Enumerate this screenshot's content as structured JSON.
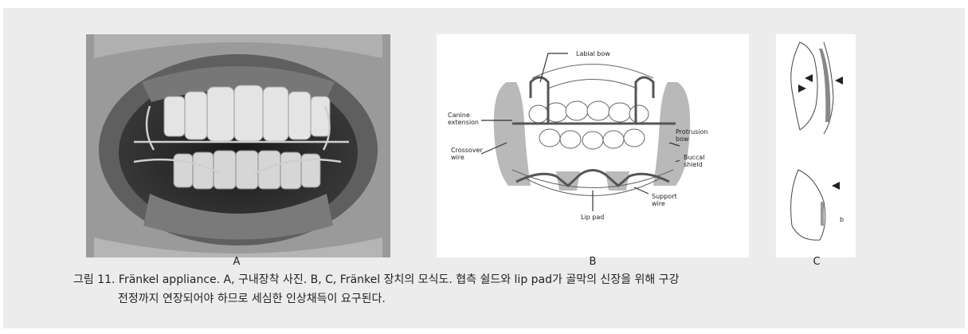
{
  "figures": [
    {
      "letter": "A"
    },
    {
      "letter": "B",
      "labels": {
        "labial_bow": "Labial bow",
        "canine_extension": "Canine\nextension",
        "protrusion_bow": "Protrusion\nbow",
        "crossover_wire": "Crossover\nwire",
        "buccal_shield": "Buccal\nshield",
        "support_wire": "Support\nwire",
        "lip_pad": "Lip pad"
      }
    },
    {
      "letter": "C",
      "labels": {
        "b": "b"
      }
    }
  ],
  "caption": {
    "line1": "그림 11. Fränkel appliance. A, 구내장착 사진. B, C, Fränkel 장치의 모식도. 협측 쉴드와 lip pad가 골막의 신장을 위해 구강",
    "line2": "전정까지 연장되어야 하므로 세심한 인상채득이 요구된다."
  },
  "colors": {
    "background": "#ececec",
    "shield": "#b9b9b9",
    "wire": "#555555"
  }
}
